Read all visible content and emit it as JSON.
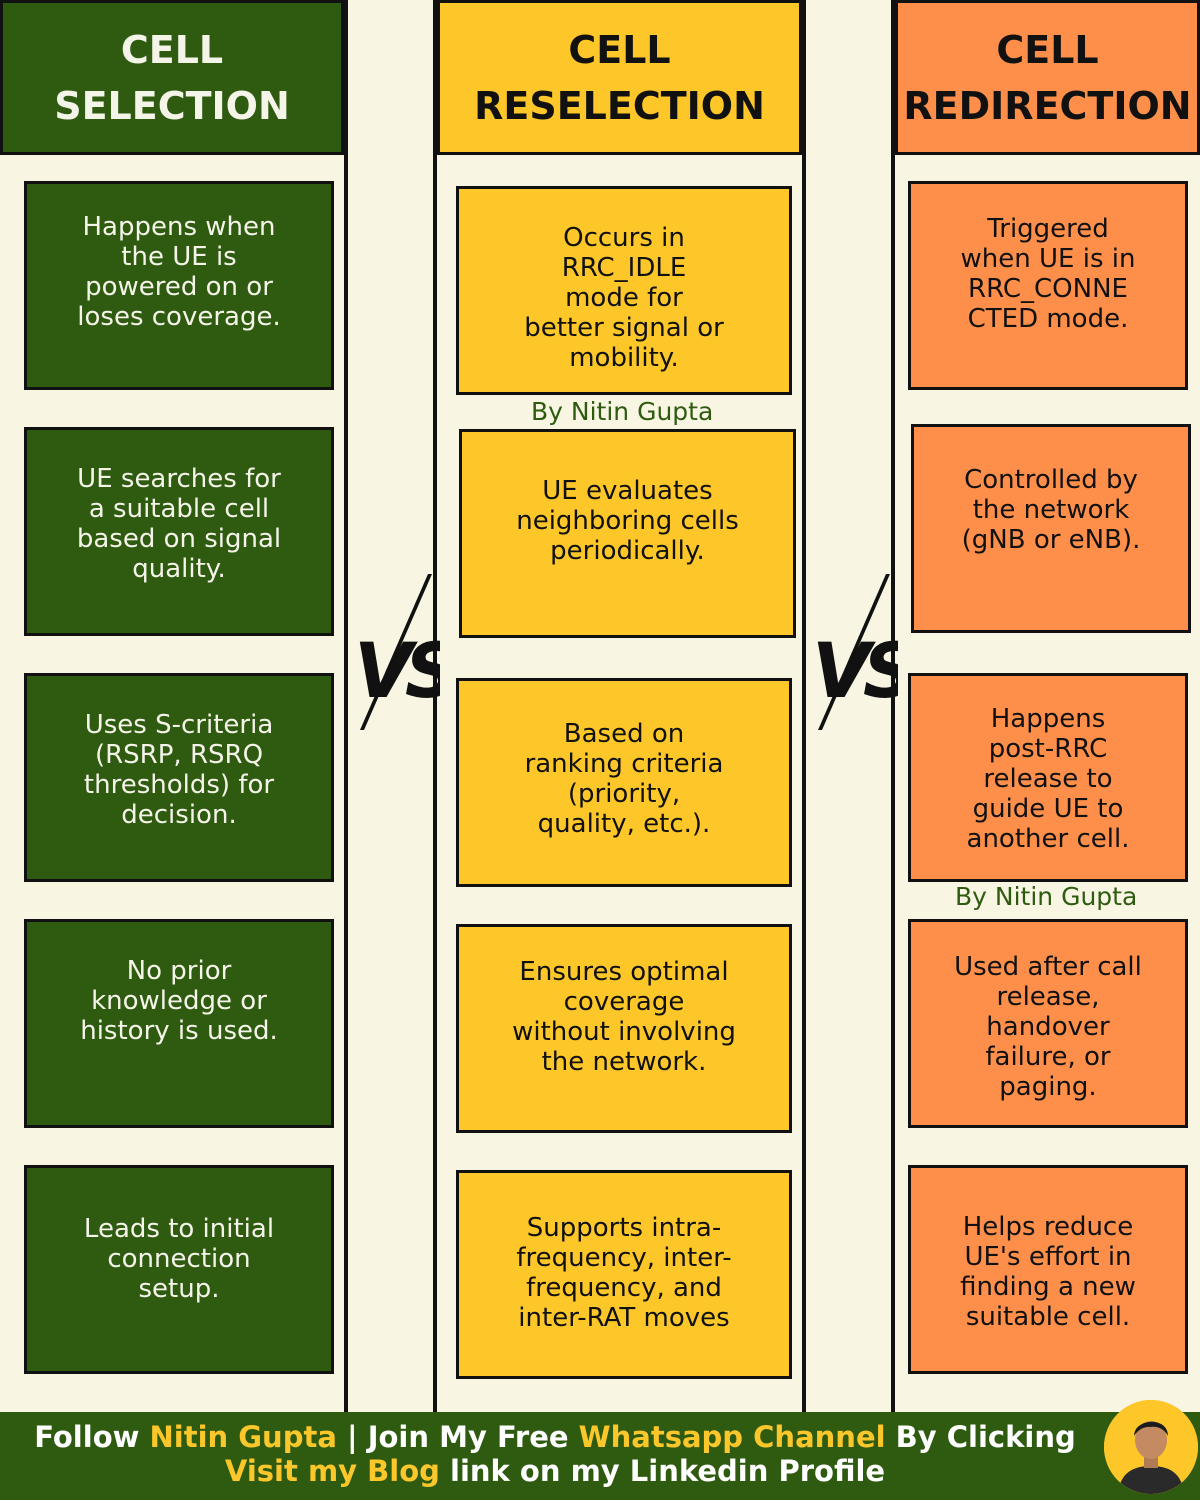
{
  "columns": [
    {
      "title_line1": "CELL",
      "title_line2": "SELECTION",
      "cards": [
        [
          "Happens when",
          "the UE is",
          "powered on or",
          "loses coverage."
        ],
        [
          "UE searches for",
          "a suitable cell",
          "based on signal",
          "quality."
        ],
        [
          "Uses S-criteria",
          "(RSRP, RSRQ",
          "thresholds) for",
          "decision."
        ],
        [
          "No prior",
          "knowledge or",
          "history is used."
        ],
        [
          "Leads to initial",
          "connection",
          "setup."
        ]
      ]
    },
    {
      "title_line1": "CELL",
      "title_line2": "RESELECTION",
      "cards": [
        [
          "Occurs in",
          "RRC_IDLE",
          "mode for",
          "better signal or",
          "mobility."
        ],
        [
          "UE evaluates",
          "neighboring cells",
          "periodically."
        ],
        [
          "Based on",
          "ranking criteria",
          "(priority,",
          "quality, etc.)."
        ],
        [
          "Ensures optimal",
          "coverage",
          "without involving",
          "the network."
        ],
        [
          "Supports intra-",
          "frequency, inter-",
          "frequency, and",
          "inter-RAT moves"
        ]
      ]
    },
    {
      "title_line1": "CELL",
      "title_line2": "REDIRECTION",
      "cards": [
        [
          "Triggered",
          "when UE is in",
          "RRC_CONNE",
          "CTED mode."
        ],
        [
          "Controlled by",
          "the network",
          "(gNB or eNB)."
        ],
        [
          "Happens",
          "post-RRC",
          "release to",
          "guide UE to",
          "another cell."
        ],
        [
          "Used after call",
          "release,",
          "handover",
          "failure, or",
          "paging."
        ],
        [
          "Helps reduce",
          "UE's effort in",
          "finding a new",
          "suitable cell."
        ]
      ]
    }
  ],
  "byline_1": "By Nitin Gupta",
  "byline_2": "By Nitin Gupta",
  "vs_label": "VS",
  "footer": {
    "l1_a": "Follow ",
    "l1_b": "Nitin Gupta",
    "l1_c": " | Join My Free ",
    "l1_d": "Whatsapp Channel",
    "l1_e": " By Clicking",
    "l2_a": "Visit my Blog",
    "l2_b": " link on my Linkedin  Profile"
  },
  "colors": {
    "green": "#2f5b11",
    "yellow": "#fdc629",
    "orange": "#fe8f4b",
    "background": "#f8f6e3"
  }
}
